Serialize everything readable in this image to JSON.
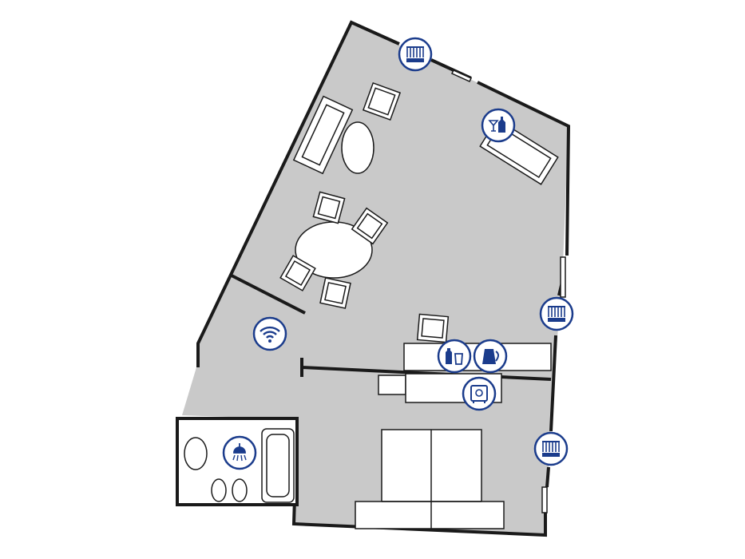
{
  "colors": {
    "floor": "#c9c9c9",
    "wall": "#1a1a1a",
    "icon_blue": "#1b3c8c",
    "furniture_fill": "#ffffff"
  },
  "icons": [
    {
      "name": "curtain-icon",
      "where": "top-window"
    },
    {
      "name": "minibar-icon",
      "where": "lounge"
    },
    {
      "name": "curtain-icon",
      "where": "right-window"
    },
    {
      "name": "wifi-icon",
      "where": "entry"
    },
    {
      "name": "drinking-water-icon",
      "where": "desk"
    },
    {
      "name": "kettle-icon",
      "where": "desk"
    },
    {
      "name": "safe-icon",
      "where": "desk"
    },
    {
      "name": "curtain-icon",
      "where": "bedroom-window"
    },
    {
      "name": "shower-icon",
      "where": "bathroom"
    }
  ]
}
